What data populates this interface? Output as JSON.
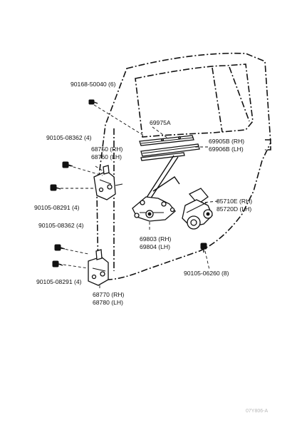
{
  "parts": [
    {
      "id": "bolt-top",
      "lines": [
        "90168-50040 (6)"
      ]
    },
    {
      "id": "weatherstrip",
      "lines": [
        "69975A"
      ]
    },
    {
      "id": "glass-channel",
      "lines": [
        "69905B (RH)",
        "69906B (LH)"
      ]
    },
    {
      "id": "bolt-upper-hinge",
      "lines": [
        "90105-08362 (4)"
      ]
    },
    {
      "id": "upper-hinge",
      "lines": [
        "68750 (RH)",
        "68760 (LH)"
      ]
    },
    {
      "id": "bolt-upper-hinge-2",
      "lines": [
        "90105-08291 (4)"
      ]
    },
    {
      "id": "motor",
      "lines": [
        "85710E (RH)",
        "85720D (LH)"
      ]
    },
    {
      "id": "bolt-lower-hinge",
      "lines": [
        "90105-08362 (4)"
      ]
    },
    {
      "id": "regulator",
      "lines": [
        "69803 (RH)",
        "69804 (LH)"
      ]
    },
    {
      "id": "bolt-regulator",
      "lines": [
        "90105-06260 (8)"
      ]
    },
    {
      "id": "bolt-lower-hinge-2",
      "lines": [
        "90105-08291 (4)"
      ]
    },
    {
      "id": "lower-hinge",
      "lines": [
        "68770 (RH)",
        "68780 (LH)"
      ]
    }
  ],
  "reference_code": "07Y806-A"
}
